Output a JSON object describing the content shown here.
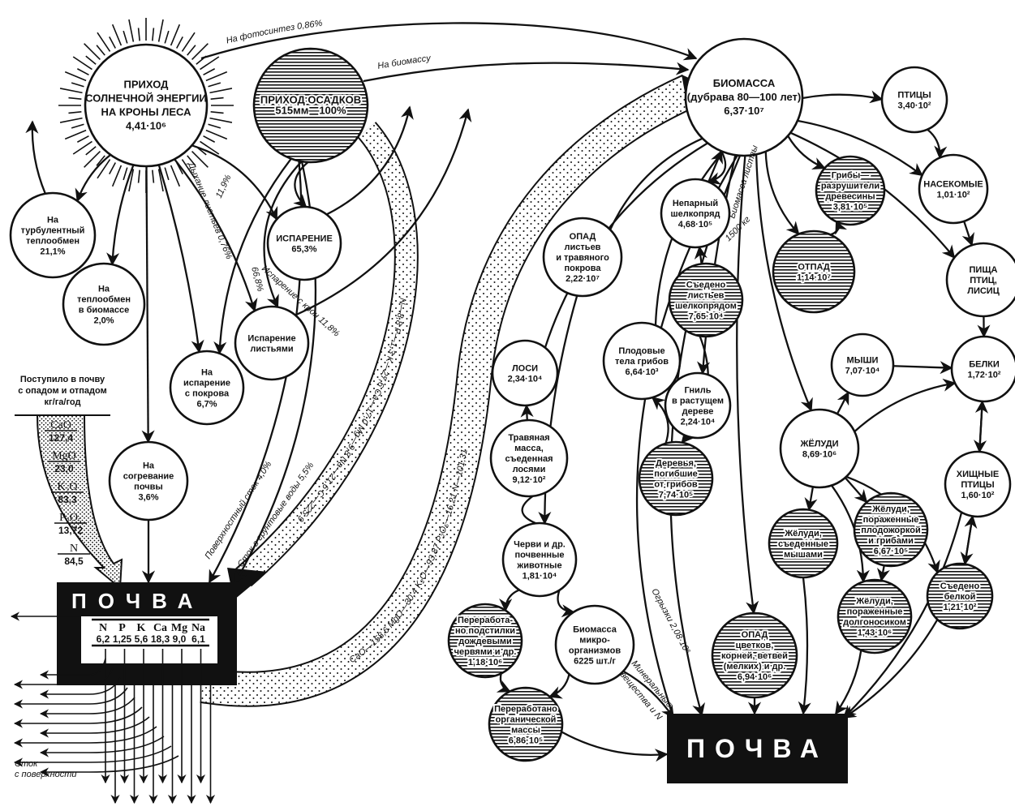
{
  "nodes": {
    "sun": [
      "ПРИХОД",
      "СОЛНЕЧНОЙ ЭНЕРГИИ",
      "НА КРОНЫ ЛЕСА",
      "4,41·10⁶"
    ],
    "precip": [
      "ПРИХОД ОСАДКОВ",
      "515мм—100%"
    ],
    "turb": [
      "На",
      "турбулентный",
      "теплообмен",
      "21,1%"
    ],
    "biomheat": [
      "На",
      "теплообмен",
      "в биомассе",
      "2,0%"
    ],
    "evap": [
      "ИСПАРЕНИЕ",
      "65,3%"
    ],
    "leafevap": [
      "Испарение",
      "листьями"
    ],
    "coverevap": [
      "На",
      "испарение",
      "с покрова",
      "6,7%"
    ],
    "soilheat": [
      "На",
      "согревание",
      "почвы",
      "3,6%"
    ],
    "biomass": [
      "БИОМАССА",
      "(дубрава 80—100 лет)",
      "6,37·10⁷"
    ],
    "birds": [
      "ПТИЦЫ",
      "3,40·10²"
    ],
    "insects": [
      "НАСЕКОМЫЕ",
      "1,01·10²"
    ],
    "fungidestroy": [
      "Грибы—",
      "разрушители",
      "древесины",
      "3,81·10⁵"
    ],
    "silkworm": [
      "Непарный",
      "шелкопряд",
      "4,68·10⁵"
    ],
    "opadleaves": [
      "ОПАД",
      "листьев",
      "и травяного",
      "покрова",
      "2,22·10⁷"
    ],
    "otpad": [
      "ОТПАД",
      "1,14·10⁷"
    ],
    "eatenleaves": [
      "Съедено",
      "листьев",
      "шелкопрядом",
      "7,65·10⁴"
    ],
    "foodbirds": [
      "ПИЩА",
      "ПТИЦ,",
      "ЛИСИЦ"
    ],
    "mice": [
      "МЫШИ",
      "7,07·10⁴"
    ],
    "squirrels": [
      "БЕЛКИ",
      "1,72·10²"
    ],
    "moose": [
      "ЛОСИ",
      "2,34·10⁴"
    ],
    "fruitbodies": [
      "Плодовые",
      "тела грибов",
      "6,64·10³"
    ],
    "rot": [
      "Гниль",
      "в растущем",
      "дереве",
      "2,24·10⁴"
    ],
    "grass": [
      "Травяная",
      "масса,",
      "съеденная",
      "лосями",
      "9,12·10²"
    ],
    "acorns": [
      "ЖЁЛУДИ",
      "8,69·10⁶"
    ],
    "deadtrees": [
      "Деревья,",
      "погибшие",
      "от грибов",
      "7,74·10⁵"
    ],
    "predbirds": [
      "ХИЩНЫЕ",
      "ПТИЦЫ",
      "1,60·10²"
    ],
    "acornsmice": [
      "Жёлуди,",
      "съеденные",
      "мышами"
    ],
    "acornsfungi": [
      "Жёлуди,",
      "пораженные",
      "плодожоркой",
      "и грибами",
      "6,67·10⁵"
    ],
    "worms": [
      "Черви и др.",
      "почвенные",
      "животные",
      "1,81·10⁴"
    ],
    "eatensquirrel": [
      "Съедено",
      "белкой",
      "1,21·10²"
    ],
    "acornsweevil": [
      "Жёлуди,",
      "пораженные",
      "долгоносиком",
      "1,43·10⁶"
    ],
    "litterworms": [
      "Переработа-",
      "но подстилки",
      "дождевыми",
      "червями и др.",
      "1,18·10⁶"
    ],
    "microbes": [
      "Биомасса",
      "микро-",
      "организмов",
      "6225 шт./г"
    ],
    "opadflowers": [
      "ОПАД",
      "цветков,",
      "корней, ветвей",
      "(мелких) и др.",
      "6,94·10⁶"
    ],
    "organic": [
      "Переработано",
      "органической",
      "массы",
      "6,86·10⁵"
    ]
  },
  "labels": {
    "photosynthesis": "На фотосинтез 0,86%",
    "to_biomass": "На биомассу",
    "p119": "11,9%",
    "leaf_respiration": "Дыхание листьев 0,76%",
    "p668": "66,8%",
    "crown_evap": "Испарение с крон 11,8%",
    "surface_runoff": "Поверхностный сток 4,0%",
    "groundwater": "Сток в грунтовые воды 5,5%",
    "band1": "N—8,8  P—1,3  K—27,6  Ca—17,0  Mg—9,8  Na—21,6  C—225,9",
    "band2": "CaO—158,6  MgO—30,4  K₂O—93,87  P₂O₅—16,21  N—101,31",
    "leaf_biomass": "Биомасса листвы",
    "leaf_biomass_value": "1500 кг",
    "scraps": "Огрызки 2,08·10⁶",
    "minerals_1": "Минеральные",
    "minerals_2": "вещества и N",
    "runoff_surface_1": "Сток",
    "runoff_surface_2": "с поверхности"
  },
  "input_legend": {
    "title_lines": [
      "Поступило в почву",
      "с опадом и отпадом",
      "кг/га/год"
    ],
    "items": [
      {
        "name": "CaO",
        "value": "127,4"
      },
      {
        "name": "MgO",
        "value": "23,0"
      },
      {
        "name": "K₂O",
        "value": "83,3"
      },
      {
        "name": "P₂O₅",
        "value": "13,72"
      },
      {
        "name": "N",
        "value": "84,5"
      }
    ]
  },
  "soil_left": {
    "title": "ПОЧВА",
    "elements": [
      {
        "name": "N",
        "value": "6,2"
      },
      {
        "name": "P",
        "value": "1,25"
      },
      {
        "name": "K",
        "value": "5,6"
      },
      {
        "name": "Ca",
        "value": "18,3"
      },
      {
        "name": "Mg",
        "value": "9,0"
      },
      {
        "name": "Na",
        "value": "6,1"
      }
    ]
  },
  "soil_right": {
    "title": "ПОЧВА"
  }
}
